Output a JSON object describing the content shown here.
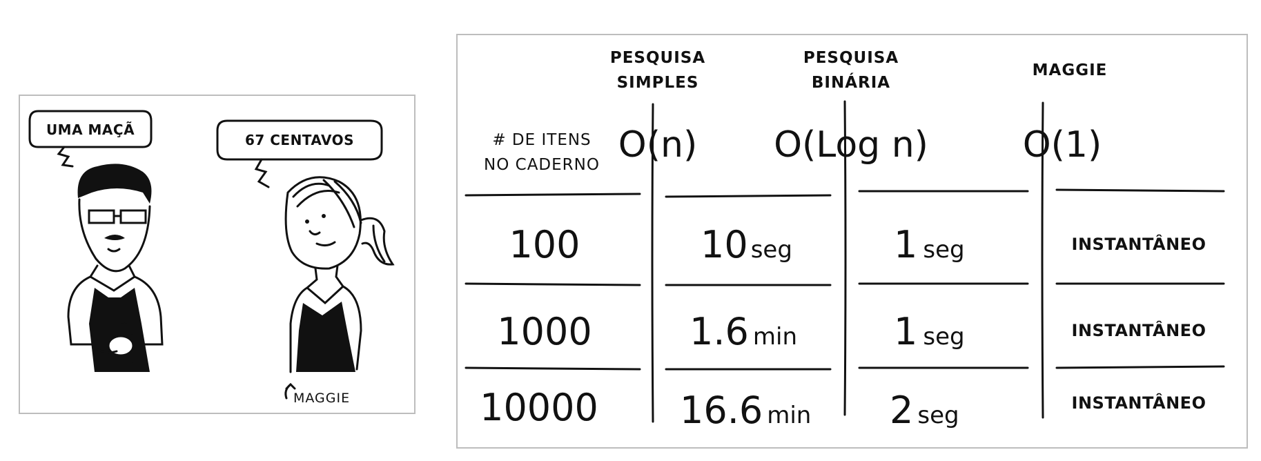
{
  "comic": {
    "speech_left": "UMA MAÇÃ",
    "speech_right": "67 CENTAVOS",
    "caption": "MAGGIE"
  },
  "table": {
    "headers": {
      "items": [
        "# DE ITENS",
        "NO CADERNO"
      ],
      "simple": [
        "PESQUISA",
        "SIMPLES"
      ],
      "binary": [
        "PESQUISA",
        "BINÁRIA"
      ],
      "maggie": "MAGGIE"
    },
    "notation": {
      "simple": "O(n)",
      "binary": "O(Log n)",
      "maggie": "O(1)"
    },
    "rows": [
      {
        "items": "100",
        "simple_num": "10",
        "simple_unit": "seg",
        "binary_num": "1",
        "binary_unit": "seg",
        "maggie": "INSTANTÂNEO"
      },
      {
        "items": "1000",
        "simple_num": "1.6",
        "simple_unit": "min",
        "binary_num": "1",
        "binary_unit": "seg",
        "maggie": "INSTANTÂNEO"
      },
      {
        "items": "10000",
        "simple_num": "16.6",
        "simple_unit": "min",
        "binary_num": "2",
        "binary_unit": "seg",
        "maggie": "INSTANTÂNEO"
      }
    ]
  }
}
